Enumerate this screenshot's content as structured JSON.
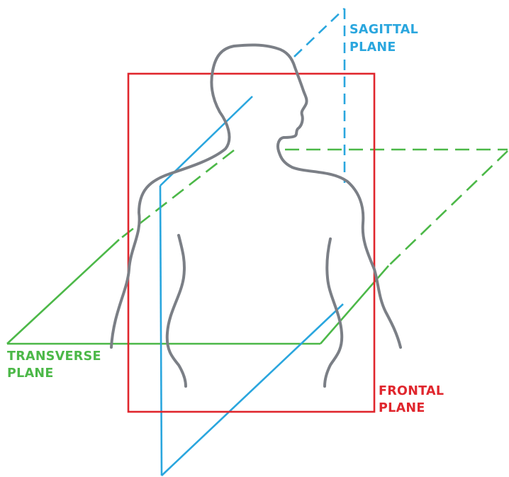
{
  "colors": {
    "background": "#ffffff",
    "body_outline": "#7b7f86",
    "sagittal": "#2aa6de",
    "transverse": "#4cb848",
    "frontal": "#e0262d"
  },
  "labels": {
    "sagittal": [
      "SAGITTAL",
      "PLANE"
    ],
    "transverse": [
      "TRANSVERSE",
      "PLANE"
    ],
    "frontal": [
      "FRONTAL",
      "PLANE"
    ]
  }
}
